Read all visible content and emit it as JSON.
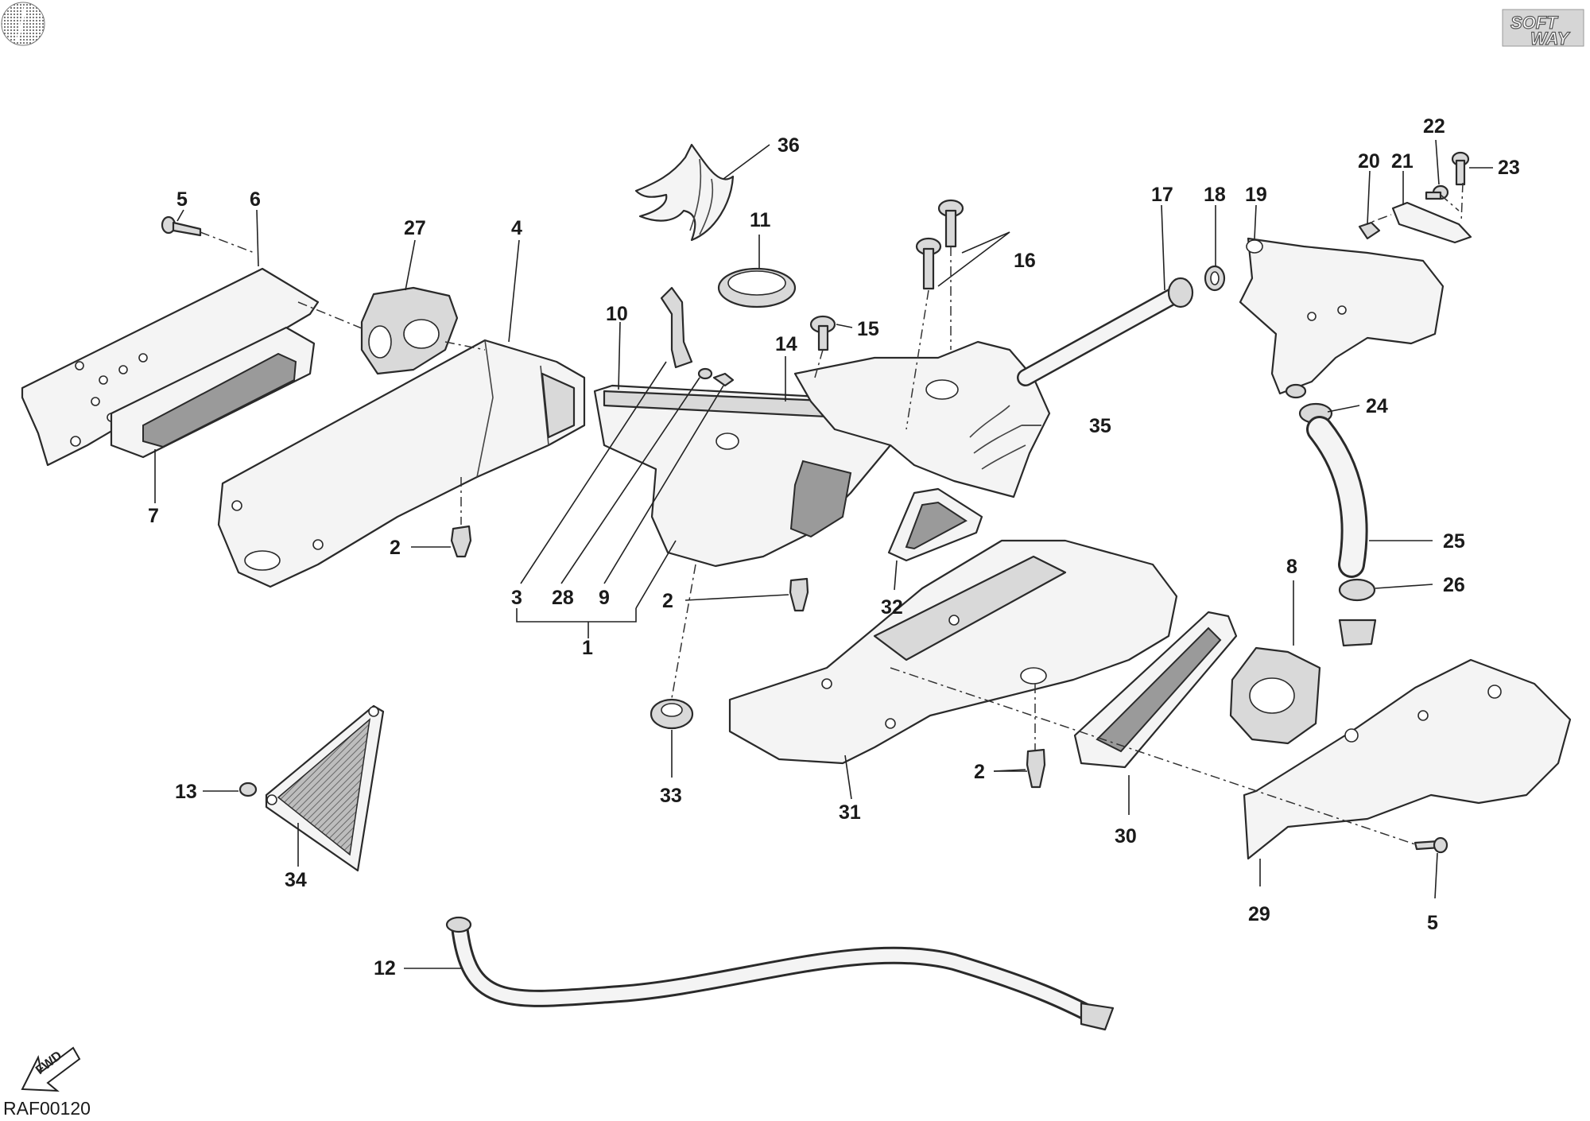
{
  "diagram": {
    "reference_code": "RAF00120",
    "brand_logo": {
      "line1": "SOFT",
      "line2": "WAY"
    },
    "fwd_label": "FWD",
    "callouts": [
      "36",
      "11",
      "10",
      "14",
      "15",
      "16",
      "17",
      "18",
      "19",
      "20",
      "21",
      "22",
      "23",
      "5",
      "6",
      "27",
      "4",
      "7",
      "2",
      "3",
      "28",
      "9",
      "1",
      "2",
      "35",
      "24",
      "25",
      "26",
      "8",
      "32",
      "31",
      "33",
      "2",
      "30",
      "29",
      "5",
      "13",
      "34",
      "12"
    ]
  }
}
